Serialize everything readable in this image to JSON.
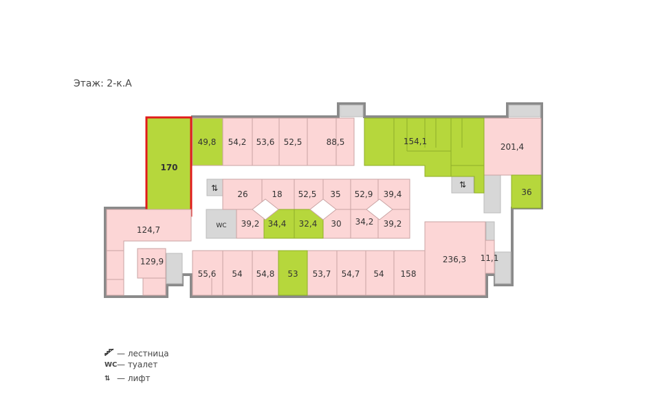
{
  "floor_label": "Этаж: 2-к.А",
  "colors": {
    "available": "#b6d73c",
    "occupied": "#fcd6d6",
    "service": "#d7d7d7",
    "wall": "#8a8a8a",
    "selected_outline": "#e01b1b",
    "room_stroke": "#c9a3a3"
  },
  "rooms": {
    "r170": "170",
    "r49_8": "49,8",
    "r54_2": "54,2",
    "r53_6": "53,6",
    "r52_5a": "52,5",
    "r88_5": "88,5",
    "r154_1": "154,1",
    "r201_4": "201,4",
    "r36": "36",
    "r26": "26",
    "r18": "18",
    "r52_5b": "52,5",
    "r35": "35",
    "r52_9": "52,9",
    "r39_4": "39,4",
    "r39_2a": "39,2",
    "r34_4": "34,4",
    "r32_4": "32,4",
    "r30": "30",
    "r34_2": "34,2",
    "r39_2b": "39,2",
    "r124_7": "124,7",
    "r129_9": "129,9",
    "r55_6": "55,6",
    "r54a": "54",
    "r54_8": "54,8",
    "r53": "53",
    "r53_7": "53,7",
    "r54_7": "54,7",
    "r54b": "54",
    "r158": "158",
    "r236_3": "236,3",
    "r11_1": "11,1"
  },
  "icons": {
    "elevator": "⇅",
    "wc": "WC"
  },
  "legend": {
    "stairs_label": "— лестница",
    "wc_label": "— туалет",
    "elevator_label": "— лифт"
  }
}
